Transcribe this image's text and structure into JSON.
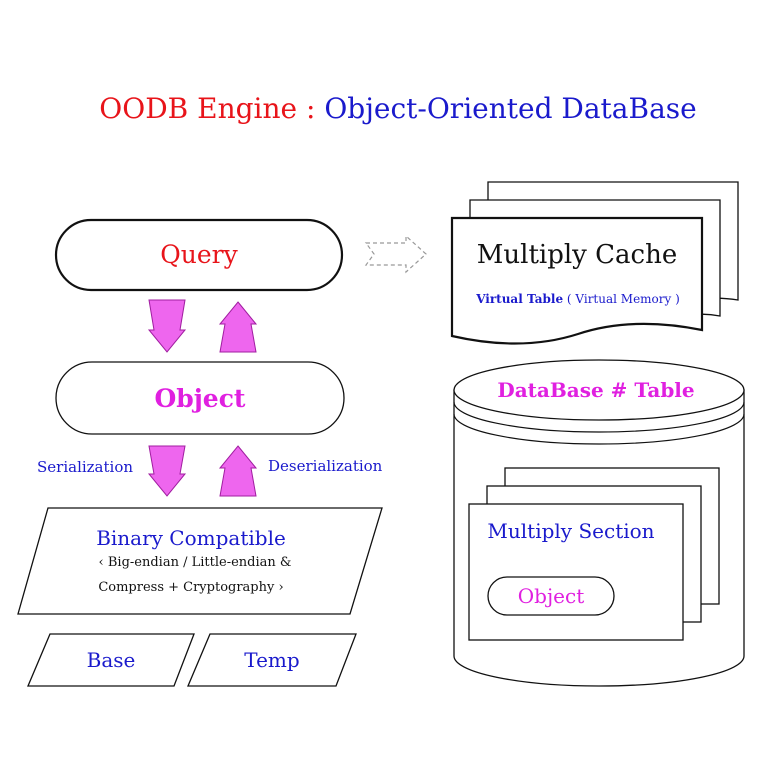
{
  "title": {
    "part1": "OODB Engine",
    "separator": " : ",
    "part2": "Object-Oriented DataBase"
  },
  "nodes": {
    "query": "Query",
    "object": "Object",
    "serialization": "Serialization",
    "deserialization": "Deserialization",
    "binary": {
      "title": "Binary Compatible",
      "line1": "‹ Big-endian / Little-endian &",
      "line2": "Compress + Cryptography ›"
    },
    "base": "Base",
    "temp": "Temp"
  },
  "cache": {
    "title": "Multiply Cache",
    "subtitle_bold": "Virtual Table",
    "subtitle_rest": " ( Virtual Memory )"
  },
  "database": {
    "title": "DataBase # Table",
    "section_title": "Multiply Section",
    "object_label": "Object"
  },
  "colors": {
    "red": "#e8141a",
    "blue": "#1a1acc",
    "magenta": "#e020e0",
    "arrow_fill": "#ee66ee",
    "arrow_stroke": "#a01ea0",
    "black": "#111111"
  }
}
